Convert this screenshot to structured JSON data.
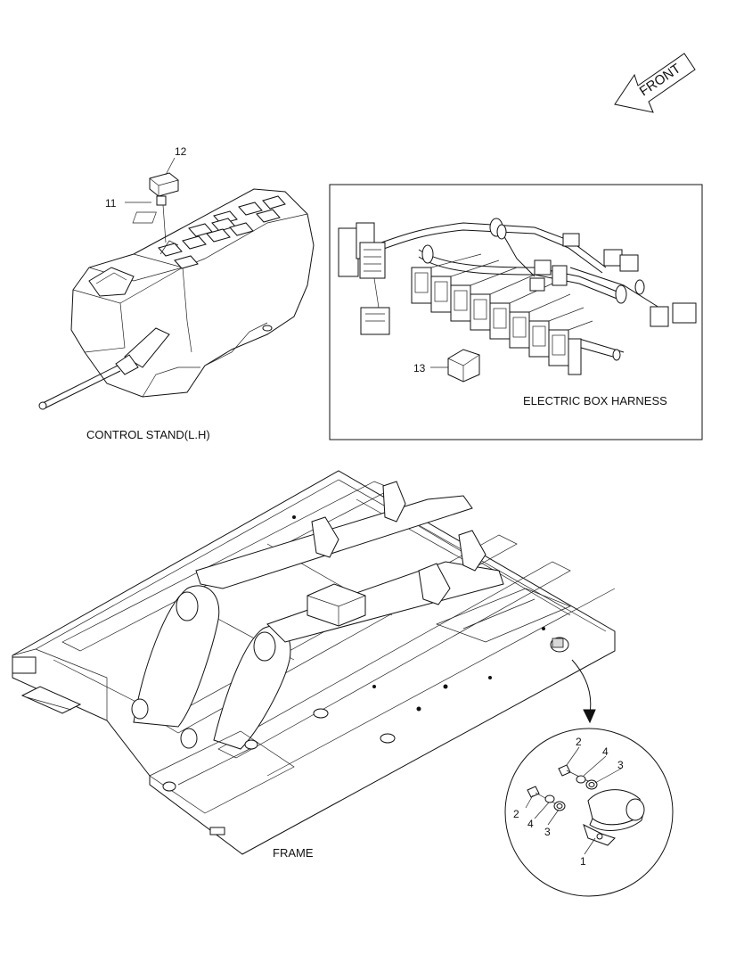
{
  "arrow_label": "FRONT",
  "sections": {
    "control_stand": "CONTROL STAND(L.H)",
    "electric_box": "ELECTRIC BOX HARNESS",
    "frame": "FRAME"
  },
  "callouts": {
    "c12": "12",
    "c11": "11",
    "c13": "13",
    "d2a": "2",
    "d4a": "4",
    "d3a": "3",
    "d2b": "2",
    "d4b": "4",
    "d3b": "3",
    "d1": "1"
  }
}
